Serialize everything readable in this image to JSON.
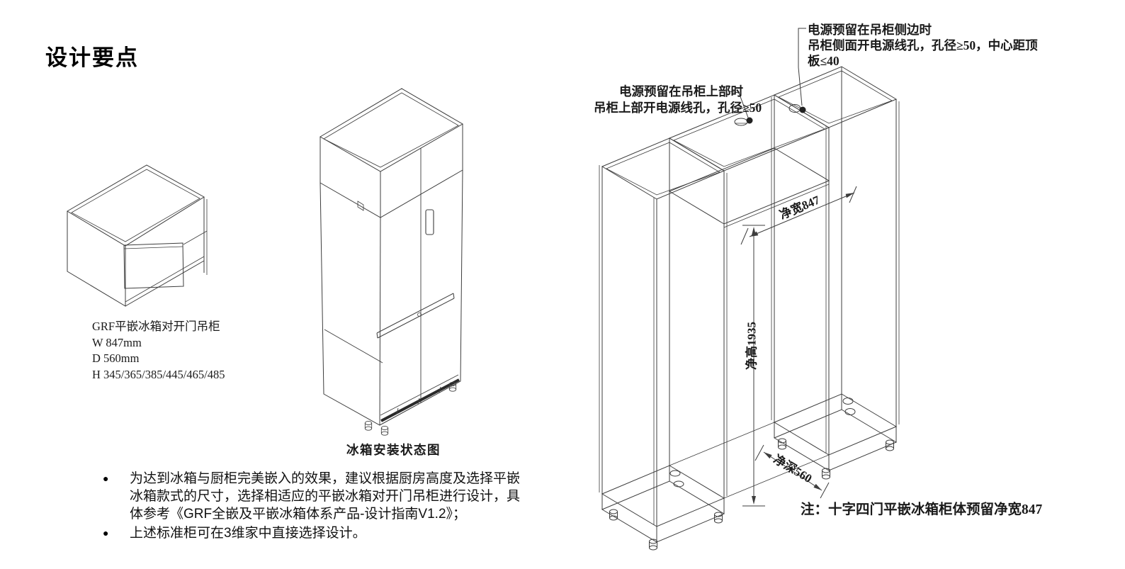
{
  "page": {
    "title": "设计要点",
    "background_color": "#ffffff",
    "line_color": "#3d3d3d",
    "text_color": "#1a1a1a"
  },
  "wall_cabinet": {
    "name": "GRF平嵌冰箱对开门吊柜",
    "width_spec": "W 847mm",
    "depth_spec": "D 560mm",
    "height_spec": "H 345/365/385/445/465/485"
  },
  "fridge": {
    "caption": "冰箱安装状态图"
  },
  "niche_drawing": {
    "annotation_side": {
      "line1": "电源预留在吊柜侧边时",
      "line2": "吊柜侧面开电源线孔，孔径≥50，中心距顶",
      "line3": "板≤40"
    },
    "annotation_top": {
      "line1": "电源预留在吊柜上部时",
      "line2": "吊柜上部开电源线孔，孔径≥50"
    },
    "dim_width": "净宽847",
    "dim_height": "净高1935",
    "dim_depth": "净深560",
    "note": "注：十字四门平嵌冰箱柜体预留净宽847"
  },
  "bullets": {
    "item1": "为达到冰箱与厨柜完美嵌入的效果，建议根据厨房高度及选择平嵌冰箱款式的尺寸，选择相适应的平嵌冰箱对开门吊柜进行设计，具体参考《GRF全嵌及平嵌冰箱体系产品-设计指南V1.2》；",
    "item2": "上述标准柜可在3维家中直接选择设计。"
  }
}
